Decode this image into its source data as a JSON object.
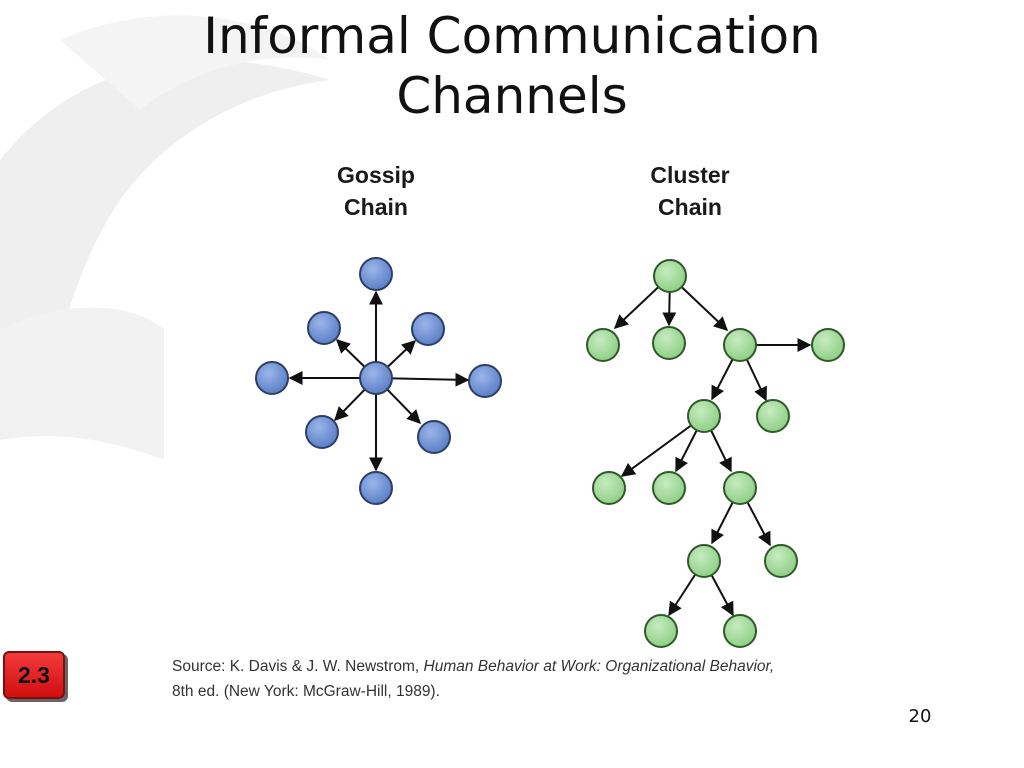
{
  "slide": {
    "title": "Informal Communication Channels",
    "page_number": "20",
    "section_badge": "2.3"
  },
  "diagram": {
    "gossip_chain": {
      "label_line1": "Gossip",
      "label_line2": "Chain",
      "node_color": "#5b80c6",
      "structure": "one central node sends to all 8 surrounding nodes"
    },
    "cluster_chain": {
      "label_line1": "Cluster",
      "label_line2": "Chain",
      "node_color": "#93d18a",
      "structure": "tree: each active node passes to a few others, one of whom passes it on"
    }
  },
  "source": {
    "prefix": "Source: K. Davis & J. W. Newstrom, ",
    "book_title": "Human Behavior at Work: Organizational Behavior,",
    "details": "8th ed. (New York: McGraw-Hill, 1989)."
  },
  "colors": {
    "badge_red": "#e02020",
    "gossip_blue": "#5b80c6",
    "cluster_green": "#93d18a"
  }
}
